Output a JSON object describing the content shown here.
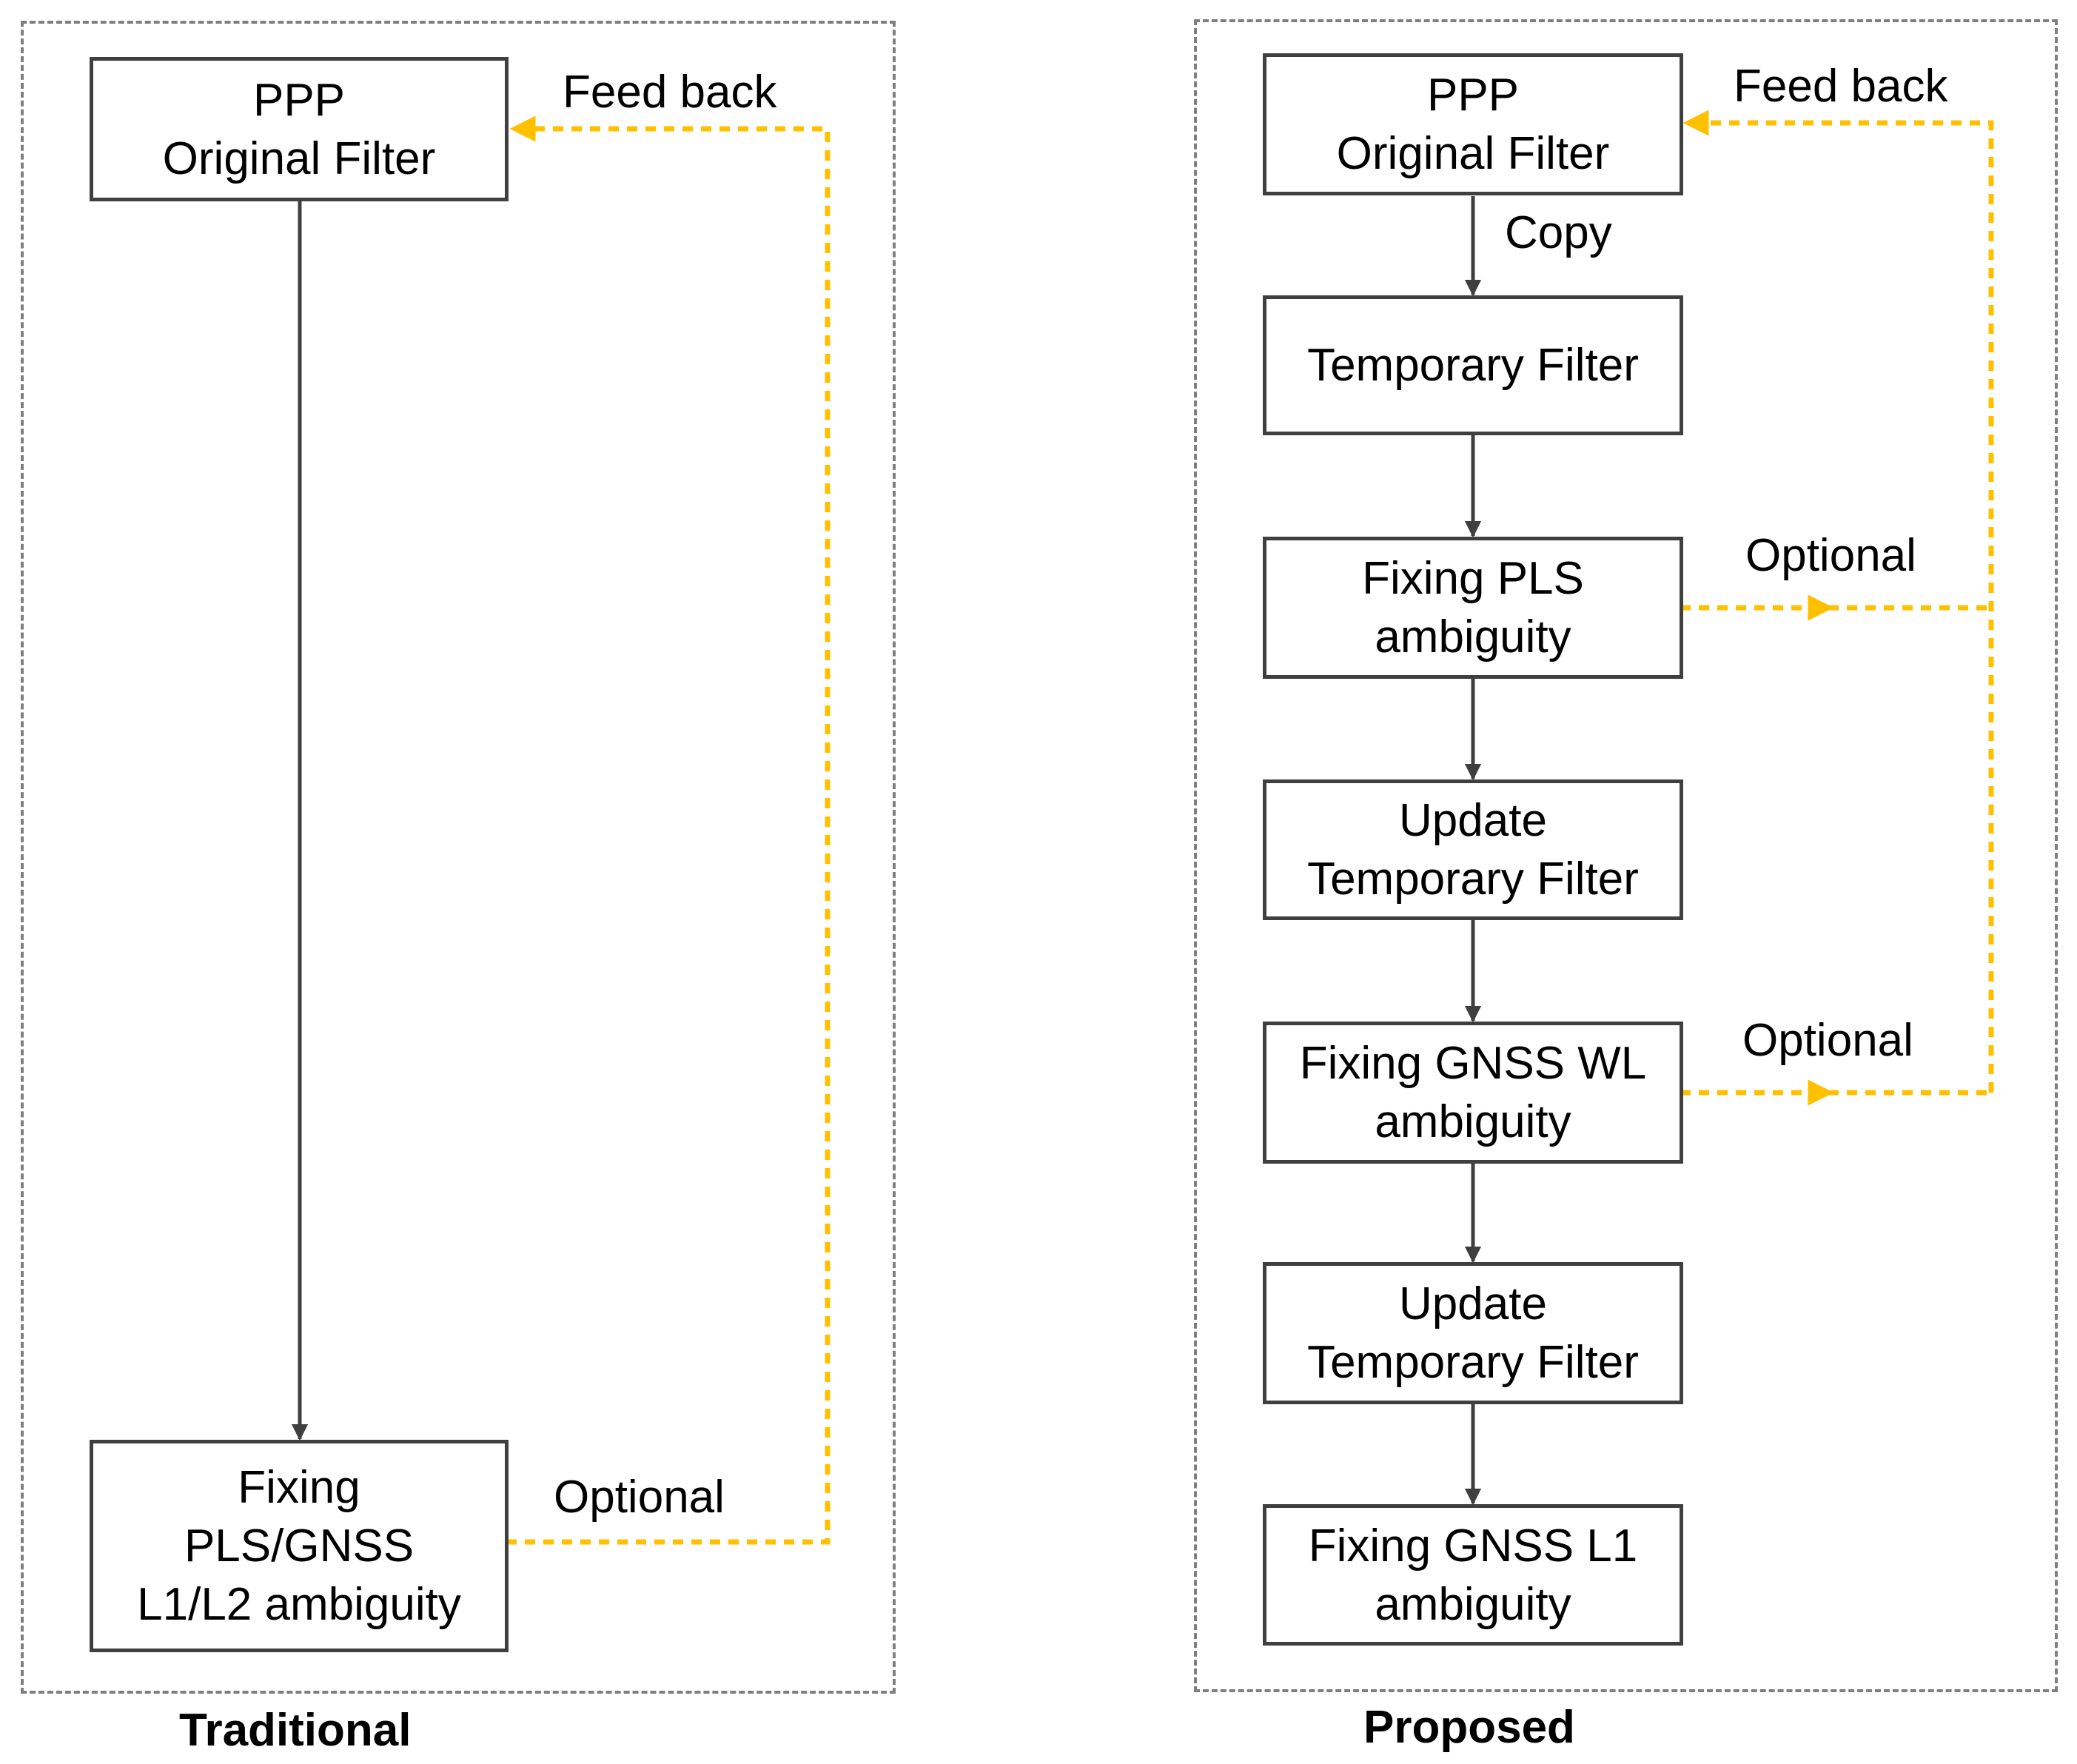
{
  "colors": {
    "flow": "#3f3f3f",
    "feedback": "#ffc000",
    "frame": "#7f7f7f"
  },
  "traditional": {
    "title": "Traditional",
    "boxes": [
      [
        "PPP",
        "Original Filter"
      ],
      [
        "Fixing",
        "PLS/GNSS",
        "L1/L2 ambiguity"
      ]
    ],
    "feedback_label": "Feed back",
    "optional_label": "Optional"
  },
  "proposed": {
    "title": "Proposed",
    "boxes": [
      [
        "PPP",
        "Original Filter"
      ],
      [
        "Temporary Filter"
      ],
      [
        "Fixing PLS",
        "ambiguity"
      ],
      [
        "Update",
        "Temporary Filter"
      ],
      [
        "Fixing GNSS WL",
        "ambiguity"
      ],
      [
        "Update",
        "Temporary Filter"
      ],
      [
        "Fixing GNSS L1",
        "ambiguity"
      ]
    ],
    "copy_label": "Copy",
    "feedback_label": "Feed back",
    "optional_label_1": "Optional",
    "optional_label_2": "Optional"
  }
}
